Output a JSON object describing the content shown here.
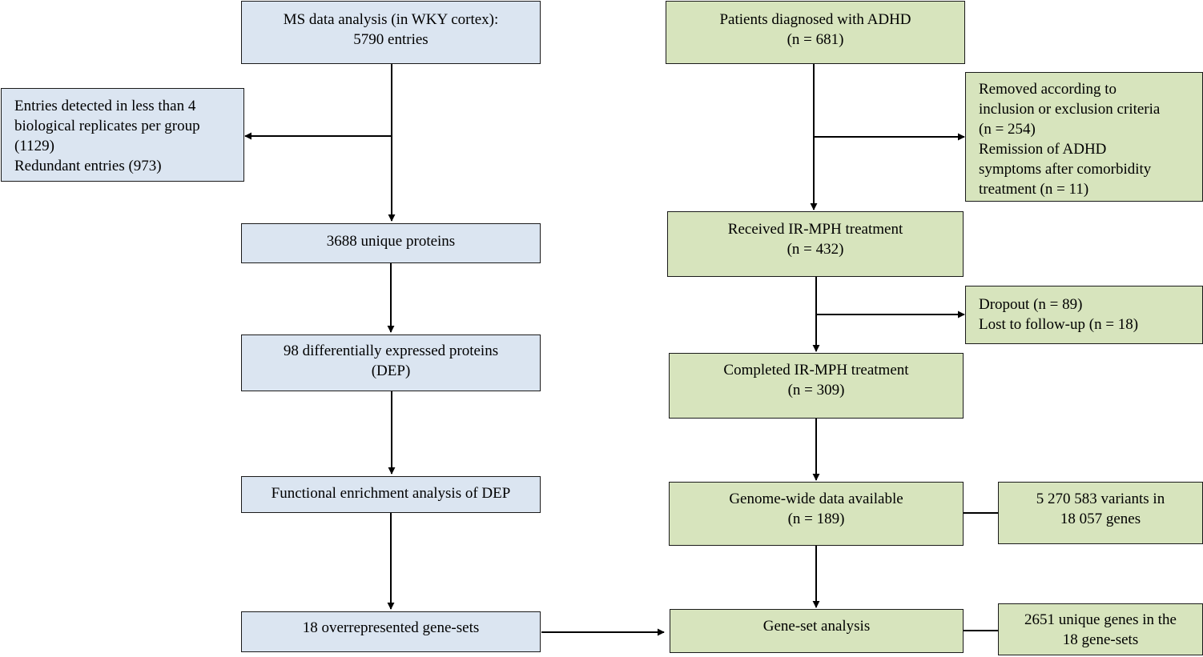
{
  "left_column": {
    "ms_analysis": [
      "MS data analysis (in WKY cortex):",
      "5790 entries"
    ],
    "excluded": [
      "Entries detected in less than 4",
      "biological replicates per group",
      "(1129)",
      "Redundant entries (973)"
    ],
    "unique_proteins": [
      "3688 unique proteins"
    ],
    "dep": [
      "98 differentially expressed proteins",
      "(DEP)"
    ],
    "enrichment": [
      "Functional enrichment analysis of DEP"
    ],
    "gene_sets": [
      "18 overrepresented gene-sets"
    ]
  },
  "right_column": {
    "patients": [
      "Patients diagnosed with ADHD",
      "(n = 681)"
    ],
    "removed": [
      "Removed according to",
      "inclusion or exclusion criteria",
      "(n = 254)",
      "Remission of ADHD",
      "symptoms after comorbidity",
      "treatment (n = 11)"
    ],
    "received": [
      "Received IR-MPH treatment",
      "(n = 432)"
    ],
    "dropout": [
      "Dropout (n = 89)",
      "Lost to follow-up (n = 18)"
    ],
    "completed": [
      "Completed IR-MPH treatment",
      "(n = 309)"
    ],
    "genome_wide": [
      "Genome-wide data available",
      "(n = 189)"
    ],
    "variants": [
      "5 270 583 variants in",
      "18 057 genes"
    ],
    "gene_set_analysis": [
      "Gene-set analysis"
    ],
    "unique_genes": [
      "2651 unique genes in the",
      "18 gene-sets"
    ]
  },
  "colors": {
    "left_fill": "#dbe5f1",
    "right_fill": "#d7e4bd",
    "stroke": "#000000"
  }
}
